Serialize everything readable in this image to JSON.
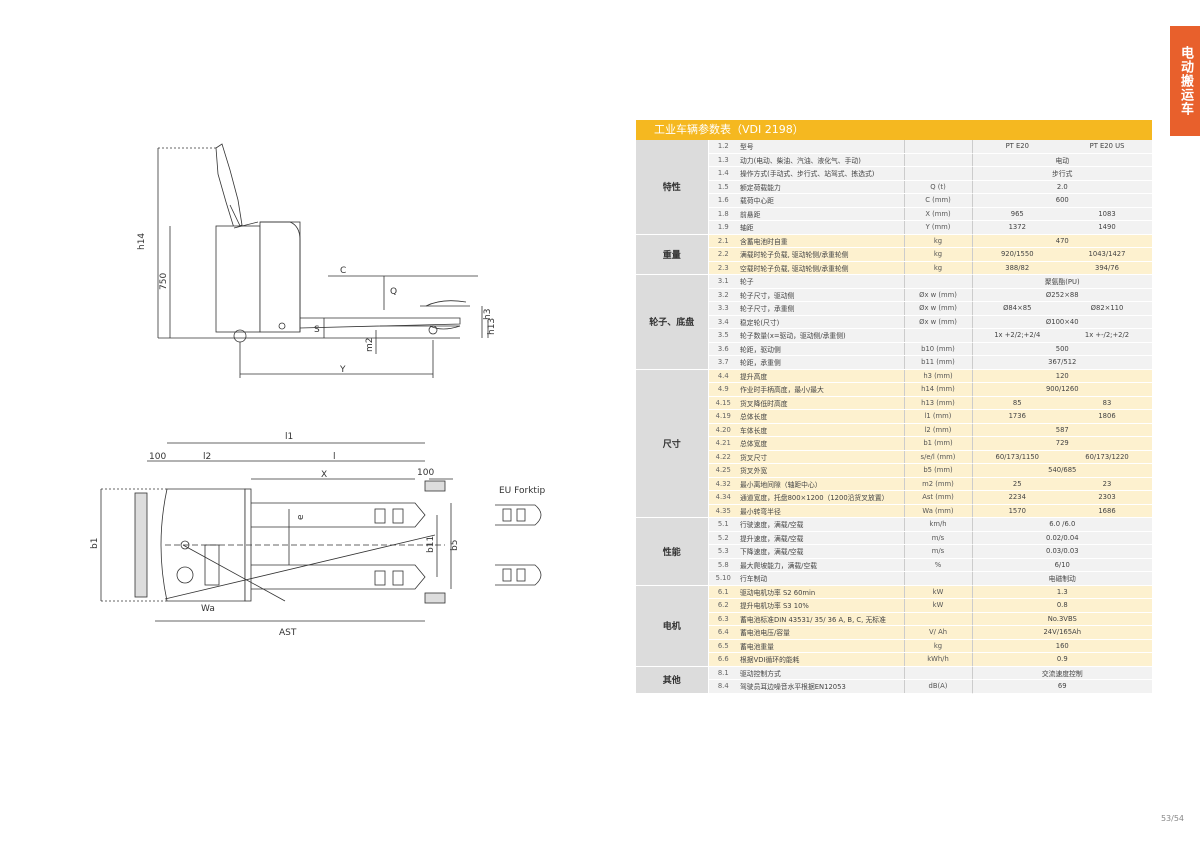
{
  "side_tab": "电动搬运车",
  "page_number": "53/54",
  "table_title": "工业车辆参数表（VDI 2198）",
  "model_header": [
    "PT E20",
    "PT E20 US"
  ],
  "diagram_labels": {
    "h14": "h14",
    "h750": "750",
    "C": "C",
    "Q": "Q",
    "S": "S",
    "h3": "h3",
    "h13": "h13",
    "m2": "m2",
    "Y": "Y",
    "l1": "l1",
    "l2": "l2",
    "l": "l",
    "x": "X",
    "d100a": "100",
    "d100b": "100",
    "e": "e",
    "b1": "b1",
    "b11": "b11",
    "b5": "b5",
    "wa": "Wa",
    "ast": "AST",
    "eu": "EU Forktip"
  },
  "groups": [
    {
      "name": "特性",
      "color": "grey",
      "rows": [
        {
          "n": "1.2",
          "label": "型号",
          "unit": "",
          "v1": "PT E20",
          "v2": "PT E20 US"
        },
        {
          "n": "1.3",
          "label": "动力(电动、柴油、汽油、液化气、手动)",
          "unit": "",
          "v": "电动"
        },
        {
          "n": "1.4",
          "label": "操作方式(手动式、步行式、站驾式、拣选式)",
          "unit": "",
          "v": "步行式"
        },
        {
          "n": "1.5",
          "label": "额定荷载能力",
          "unit": "Q (t)",
          "v": "2.0"
        },
        {
          "n": "1.6",
          "label": "载荷中心距",
          "unit": "C (mm)",
          "v": "600"
        },
        {
          "n": "1.8",
          "label": "前悬距",
          "unit": "X (mm)",
          "v1": "965",
          "v2": "1083"
        },
        {
          "n": "1.9",
          "label": "轴距",
          "unit": "Y (mm)",
          "v1": "1372",
          "v2": "1490"
        }
      ]
    },
    {
      "name": "重量",
      "color": "yellow",
      "rows": [
        {
          "n": "2.1",
          "label": "含蓄电池时自重",
          "unit": "kg",
          "v": "470"
        },
        {
          "n": "2.2",
          "label": "满载时轮子负载, 驱动轮侧/承重轮侧",
          "unit": "kg",
          "v1": "920/1550",
          "v2": "1043/1427"
        },
        {
          "n": "2.3",
          "label": "空载时轮子负载, 驱动轮侧/承重轮侧",
          "unit": "kg",
          "v1": "388/82",
          "v2": "394/76"
        }
      ]
    },
    {
      "name": "轮子、底盘",
      "color": "grey",
      "rows": [
        {
          "n": "3.1",
          "label": "轮子",
          "unit": "",
          "v": "聚氨酯(PU)"
        },
        {
          "n": "3.2",
          "label": "轮子尺寸，驱动侧",
          "unit": "Øx w (mm)",
          "v": "Ø252×88"
        },
        {
          "n": "3.3",
          "label": "轮子尺寸，承重侧",
          "unit": "Øx w (mm)",
          "v1": "Ø84×85",
          "v2": "Ø82×110"
        },
        {
          "n": "3.4",
          "label": "稳定轮(尺寸)",
          "unit": "Øx w (mm)",
          "v": "Ø100×40"
        },
        {
          "n": "3.5",
          "label": "轮子数量(x=驱动，驱动侧/承重侧)",
          "unit": "",
          "v1": "1x +2/2;+2/4",
          "v2": "1x +-/2;+2/2"
        },
        {
          "n": "3.6",
          "label": "轮距，驱动侧",
          "unit": "b10 (mm)",
          "v": "500"
        },
        {
          "n": "3.7",
          "label": "轮距，承重侧",
          "unit": "b11 (mm)",
          "v": "367/512"
        }
      ]
    },
    {
      "name": "尺寸",
      "color": "yellow",
      "rows": [
        {
          "n": "4.4",
          "label": "提升高度",
          "unit": "h3 (mm)",
          "v": "120"
        },
        {
          "n": "4.9",
          "label": "作业时手柄高度，最小/最大",
          "unit": "h14 (mm)",
          "v": "900/1260"
        },
        {
          "n": "4.15",
          "label": "货叉降低时高度",
          "unit": "h13 (mm)",
          "v1": "85",
          "v2": "83"
        },
        {
          "n": "4.19",
          "label": "总体长度",
          "unit": "l1 (mm)",
          "v1": "1736",
          "v2": "1806"
        },
        {
          "n": "4.20",
          "label": "车体长度",
          "unit": "l2 (mm)",
          "v": "587"
        },
        {
          "n": "4.21",
          "label": "总体宽度",
          "unit": "b1 (mm)",
          "v": "729"
        },
        {
          "n": "4.22",
          "label": "货叉尺寸",
          "unit": "s/e/l (mm)",
          "v1": "60/173/1150",
          "v2": "60/173/1220"
        },
        {
          "n": "4.25",
          "label": "货叉外宽",
          "unit": "b5 (mm)",
          "v": "540/685"
        },
        {
          "n": "4.32",
          "label": "最小离地间隙（轴距中心）",
          "unit": "m2 (mm)",
          "v1": "25",
          "v2": "23"
        },
        {
          "n": "4.34",
          "label": "通道宽度，托盘800×1200（1200沿货叉放置）",
          "unit": "Ast (mm)",
          "v1": "2234",
          "v2": "2303"
        },
        {
          "n": "4.35",
          "label": "最小转弯半径",
          "unit": "Wa (mm)",
          "v1": "1570",
          "v2": "1686"
        }
      ]
    },
    {
      "name": "性能",
      "color": "grey",
      "rows": [
        {
          "n": "5.1",
          "label": "行驶速度，满载/空载",
          "unit": "km/h",
          "v": "6.0 /6.0"
        },
        {
          "n": "5.2",
          "label": "提升速度，满载/空载",
          "unit": "m/s",
          "v": "0.02/0.04"
        },
        {
          "n": "5.3",
          "label": "下降速度，满载/空载",
          "unit": "m/s",
          "v": "0.03/0.03"
        },
        {
          "n": "5.8",
          "label": "最大爬坡能力，满载/空载",
          "unit": "%",
          "v": "6/10"
        },
        {
          "n": "5.10",
          "label": "行车制动",
          "unit": "",
          "v": "电磁制动"
        }
      ]
    },
    {
      "name": "电机",
      "color": "yellow",
      "rows": [
        {
          "n": "6.1",
          "label": "驱动电机功率 S2 60min",
          "unit": "kW",
          "v": "1.3"
        },
        {
          "n": "6.2",
          "label": "提升电机功率 S3 10%",
          "unit": "kW",
          "v": "0.8"
        },
        {
          "n": "6.3",
          "label": "蓄电池标准DIN 43531/ 35/ 36 A, B, C, 无标准",
          "unit": "",
          "v": "No.3VBS"
        },
        {
          "n": "6.4",
          "label": "蓄电池电压/容量",
          "unit": "V/ Ah",
          "v": "24V/165Ah"
        },
        {
          "n": "6.5",
          "label": "蓄电池重量",
          "unit": "kg",
          "v": "160"
        },
        {
          "n": "6.6",
          "label": "根据VDI循环的能耗",
          "unit": "kWh/h",
          "v": "0.9"
        }
      ]
    },
    {
      "name": "其他",
      "color": "grey",
      "rows": [
        {
          "n": "8.1",
          "label": "驱动控制方式",
          "unit": "",
          "v": "交流速度控制"
        },
        {
          "n": "8.4",
          "label": "驾驶员耳边噪音水平根据EN12053",
          "unit": "dB(A)",
          "v": "69"
        }
      ]
    }
  ]
}
